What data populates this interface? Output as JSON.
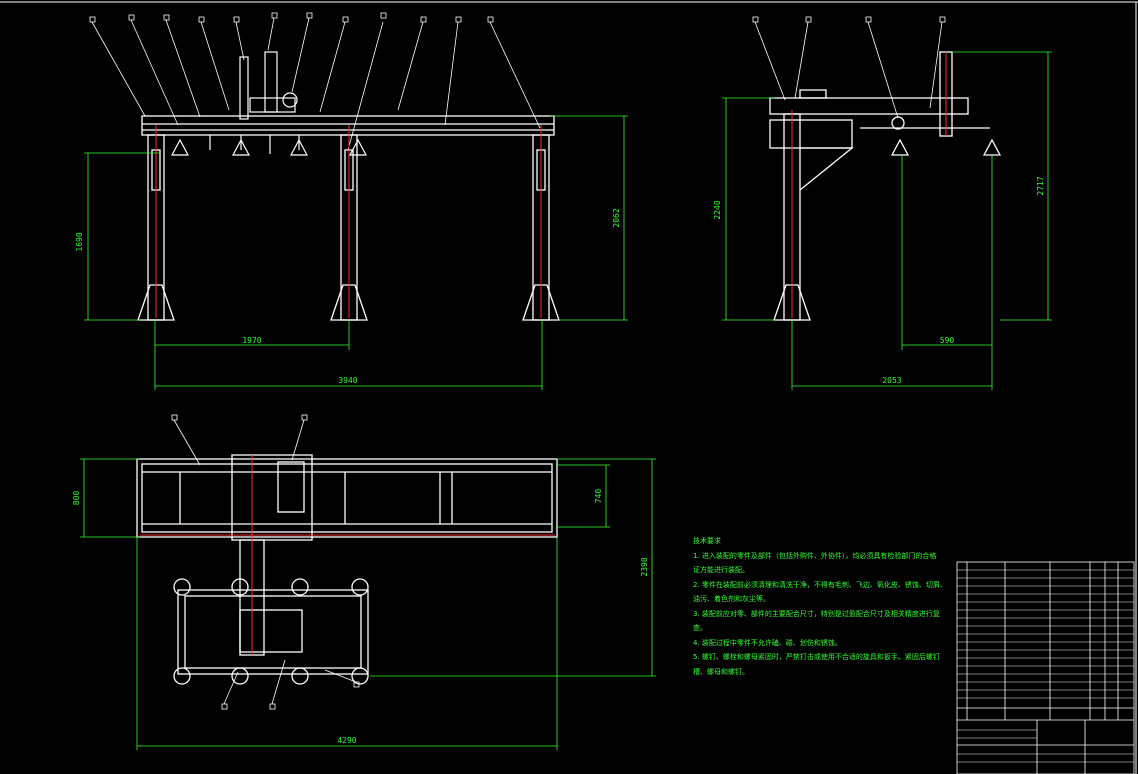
{
  "drawing": {
    "colors": {
      "background": "#000000",
      "outline": "#ffffff",
      "dimension": "#33ff33",
      "centerline": "#ff2a2a",
      "leader": "#ffffff"
    },
    "front_view": {
      "dimensions": {
        "leg_height": "1690",
        "total_height": "2062",
        "half_span": "1970",
        "total_span": "3940"
      }
    },
    "side_view": {
      "dimensions": {
        "column_height": "2240",
        "top_height": "2717",
        "offset": "590",
        "total_width": "2053"
      }
    },
    "top_view": {
      "dimensions": {
        "depth": "800",
        "inner_depth": "740",
        "vertical": "2398",
        "total_length": "4290"
      }
    },
    "technical_notes": {
      "title": "技术要求",
      "lines": [
        "1. 进入装配的零件及部件（包括外购件、外协件），均必须具有检验部门的合格",
        "证方能进行装配。",
        "2. 零件在装配前必须清理和清洗干净，不得有毛刺、飞边、氧化皮、锈蚀、切屑、",
        "油污、着色剂和灰尘等。",
        "3. 装配前应对零、部件的主要配合尺寸，特别是过盈配合尺寸及相关精度进行复",
        "查。",
        "4. 装配过程中零件不允许磕、碰、划伤和锈蚀。",
        "5. 螺钉、螺栓和螺母紧固时，严禁打击或使用不合适的旋具和扳手。紧固后螺钉",
        "槽、螺母和螺钉。"
      ]
    }
  }
}
